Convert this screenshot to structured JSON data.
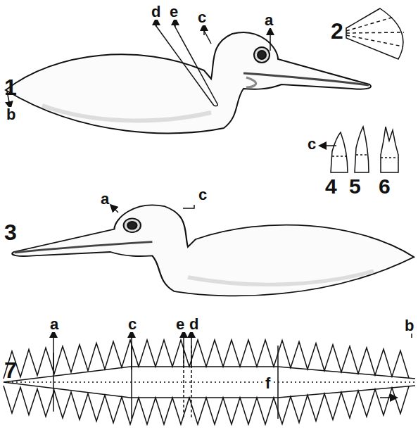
{
  "diagram": {
    "labels": [
      "d",
      "e",
      "c",
      "a",
      "2",
      "1",
      "b",
      "c",
      "4",
      "5",
      "6",
      "3",
      "a",
      "c",
      "7",
      "a",
      "c",
      "e",
      "d",
      "b",
      "f"
    ]
  }
}
